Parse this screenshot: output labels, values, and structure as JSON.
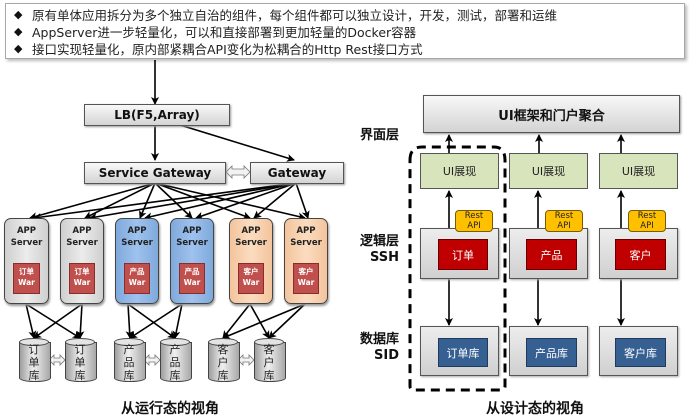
{
  "header": {
    "bullets": [
      "原有单体应用拆分为多个独立自治的组件，每个组件都可以独立设计，开发，测试，部署和运维",
      "AppServer进一步轻量化，可以和直接部署到更加轻量的Docker容器",
      "接口实现轻量化，原内部紧耦合API变化为松耦合的Http Rest接口方式"
    ],
    "bullet_glyph": "◆"
  },
  "runtime": {
    "lb_label": "LB(F5,Array)",
    "service_gateway_label": "Service Gateway",
    "gateway_label": "Gateway",
    "app_servers": [
      {
        "title_line1": "APP",
        "title_line2": "Server",
        "war_line1": "订单",
        "war_line2": "War",
        "color": "#cfcfcf"
      },
      {
        "title_line1": "APP",
        "title_line2": "Server",
        "war_line1": "订单",
        "war_line2": "War",
        "color": "#cfcfcf"
      },
      {
        "title_line1": "APP",
        "title_line2": "Server",
        "war_line1": "产品",
        "war_line2": "War",
        "color": "#8fb4e3"
      },
      {
        "title_line1": "APP",
        "title_line2": "Server",
        "war_line1": "产品",
        "war_line2": "War",
        "color": "#8fb4e3"
      },
      {
        "title_line1": "APP",
        "title_line2": "Server",
        "war_line1": "客户",
        "war_line2": "War",
        "color": "#f8cfad"
      },
      {
        "title_line1": "APP",
        "title_line2": "Server",
        "war_line1": "客户",
        "war_line2": "War",
        "color": "#f8cfad"
      }
    ],
    "databases": [
      {
        "l1": "订",
        "l2": "单",
        "l3": "库"
      },
      {
        "l1": "订",
        "l2": "单",
        "l3": "库"
      },
      {
        "l1": "产",
        "l2": "品",
        "l3": "库"
      },
      {
        "l1": "产",
        "l2": "品",
        "l3": "库"
      },
      {
        "l1": "客",
        "l2": "户",
        "l3": "库"
      },
      {
        "l1": "客",
        "l2": "户",
        "l3": "库"
      }
    ],
    "caption": "从运行态的视角"
  },
  "design": {
    "portal_label": "UI框架和门户聚合",
    "layer_labels": {
      "ui": "界面层",
      "logic_line1": "逻辑层",
      "logic_line2": "SSH",
      "data_line1": "数据库",
      "data_line2": "SID"
    },
    "columns": [
      {
        "ui": "UI展现",
        "rest_line1": "Rest",
        "rest_line2": "API",
        "service": "订单",
        "db": "订单库"
      },
      {
        "ui": "UI展现",
        "rest_line1": "Rest",
        "rest_line2": "API",
        "service": "产品",
        "db": "产品库"
      },
      {
        "ui": "UI展现",
        "rest_line1": "Rest",
        "rest_line2": "API",
        "service": "客户",
        "db": "客户库"
      }
    ],
    "caption": "从设计态的视角"
  },
  "colors": {
    "war_red": "#c0504d",
    "service_red": "#c00000",
    "db_blue": "#376092",
    "ui_green": "#d8e4bc",
    "rest_yellow": "#ffc000"
  }
}
